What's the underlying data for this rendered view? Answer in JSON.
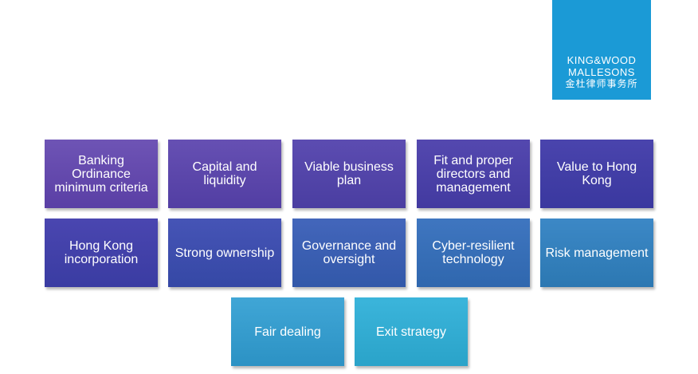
{
  "logo": {
    "line1": "KING&WOOD",
    "line2": "MALLESONS",
    "line3": "金杜律师事务所",
    "color": "#1b9ad6"
  },
  "boxes": [
    {
      "label": "Banking Ordinance minimum criteria"
    },
    {
      "label": "Capital and liquidity"
    },
    {
      "label": "Viable business plan"
    },
    {
      "label": "Fit and proper directors and management"
    },
    {
      "label": "Value to Hong Kong"
    },
    {
      "label": "Hong Kong incorporation"
    },
    {
      "label": "Strong ownership"
    },
    {
      "label": "Governance and oversight"
    },
    {
      "label": "Cyber-resilient technology"
    },
    {
      "label": "Risk management"
    },
    {
      "label": "Fair dealing"
    },
    {
      "label": "Exit strategy"
    }
  ]
}
